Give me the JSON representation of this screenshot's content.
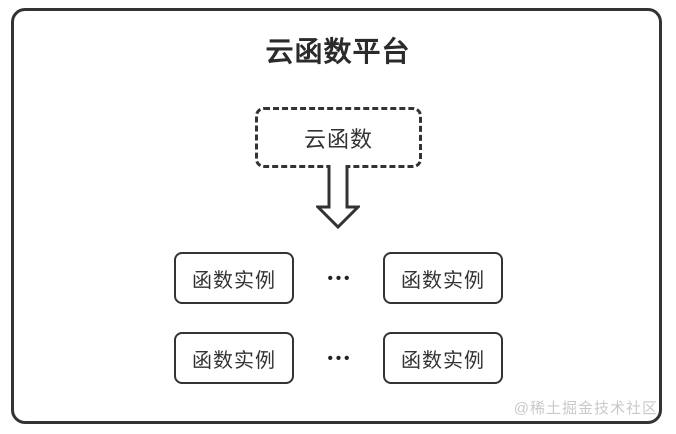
{
  "diagram": {
    "title": "云函数平台",
    "cloud_function": {
      "label": "云函数"
    },
    "arrow": {
      "icon": "down-arrow-outline-icon",
      "direction": "down"
    },
    "ellipsis": "•••",
    "instance_rows": [
      {
        "left_label": "函数实例",
        "right_label": "函数实例"
      },
      {
        "left_label": "函数实例",
        "right_label": "函数实例"
      }
    ],
    "watermark": "@稀土掘金技术社区",
    "colors": {
      "line": "#333333",
      "text": "#333333",
      "title": "#2b2b2b",
      "watermark": "#c9c9c9",
      "background": "#ffffff"
    }
  }
}
